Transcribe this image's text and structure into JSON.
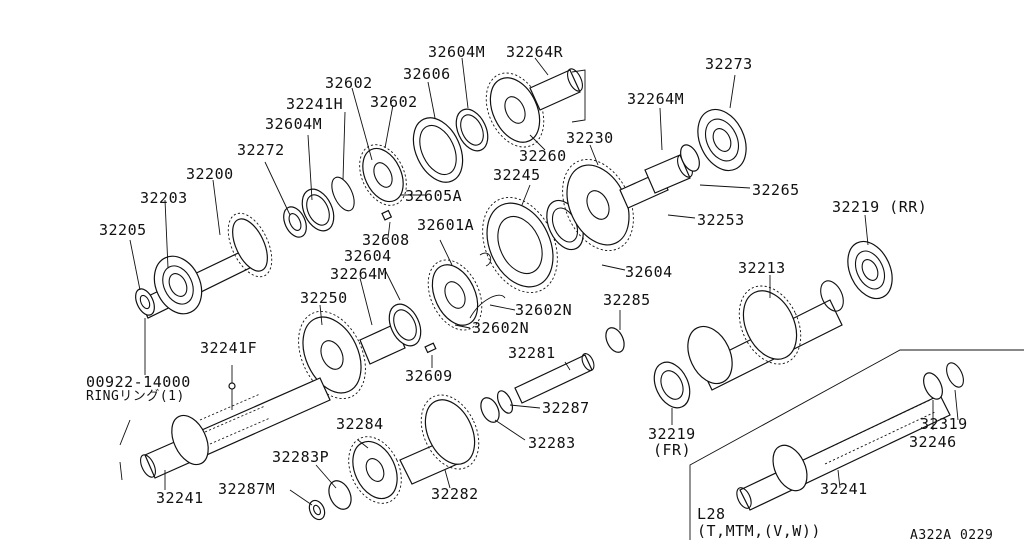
{
  "labels": {
    "p32205": "32205",
    "p32203": "32203",
    "p32200": "32200",
    "p32272": "32272",
    "p32604M_a": "32604M",
    "p32241H": "32241H",
    "p32602_a": "32602",
    "p32602_b": "32602",
    "p32606": "32606",
    "p32604M_b": "32604M",
    "p32264R": "32264R",
    "p32273": "32273",
    "p32264M_a": "32264M",
    "p32230": "32230",
    "p32260": "32260",
    "p32245": "32245",
    "p32605A": "32605A",
    "p32265": "32265",
    "p32253": "32253",
    "p32219RR": "32219 (RR)",
    "p32608": "32608",
    "p32601A": "32601A",
    "p32604_a": "32604",
    "p32264M_b": "32264M",
    "p32604_b": "32604",
    "p32213": "32213",
    "p32250": "32250",
    "p32285": "32285",
    "p32602N_a": "32602N",
    "p32602N_b": "32602N",
    "p32241F": "32241F",
    "p32281": "32281",
    "p32609": "32609",
    "p00922": "00922-14000",
    "ring_note": "RINGリング(1)",
    "p32287": "32287",
    "p32284": "32284",
    "p32219FR": "32219",
    "fr_note": "(FR)",
    "p32319": "32319",
    "p32283": "32283",
    "p32246": "32246",
    "p32283P": "32283P",
    "p32287M": "32287M",
    "p32241_b": "32241",
    "p32282": "32282",
    "p32241_a": "32241",
    "l28": "L28",
    "l28_variants": "(T,MTM,(V,W))",
    "code": "A322A 0229"
  }
}
